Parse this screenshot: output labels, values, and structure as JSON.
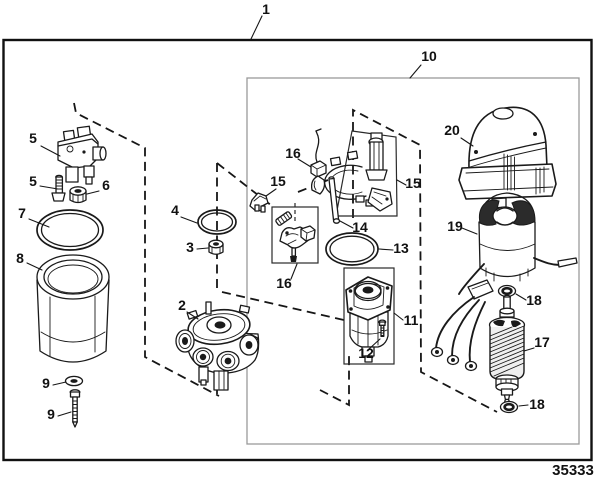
{
  "figure": {
    "kind": "exploded-parts-diagram",
    "drawing_number": "35333",
    "background": "#ffffff",
    "ink_color": "#1a1a1a",
    "assembly_box_color": "#9a9a9a"
  },
  "callouts": [
    {
      "label": "1"
    },
    {
      "label": "10"
    },
    {
      "label": "5"
    },
    {
      "label": "5"
    },
    {
      "label": "6"
    },
    {
      "label": "7"
    },
    {
      "label": "8"
    },
    {
      "label": "9"
    },
    {
      "label": "9"
    },
    {
      "label": "4"
    },
    {
      "label": "3"
    },
    {
      "label": "2"
    },
    {
      "label": "16"
    },
    {
      "label": "15"
    },
    {
      "label": "15"
    },
    {
      "label": "14"
    },
    {
      "label": "16"
    },
    {
      "label": "13"
    },
    {
      "label": "11"
    },
    {
      "label": "12"
    },
    {
      "label": "20"
    },
    {
      "label": "19"
    },
    {
      "label": "18"
    },
    {
      "label": "17"
    },
    {
      "label": "18"
    }
  ]
}
